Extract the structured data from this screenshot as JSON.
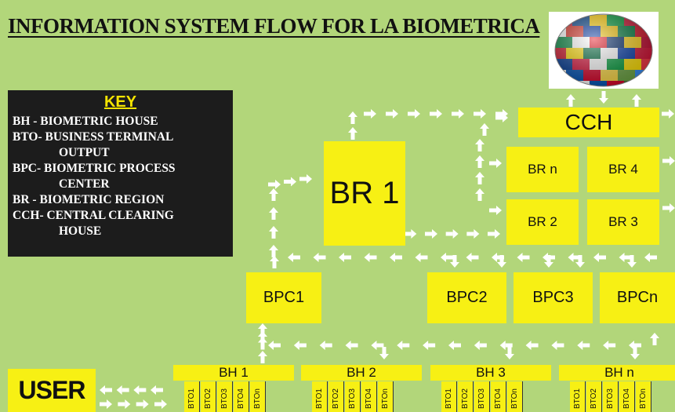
{
  "title": "INFORMATION SYSTEM FLOW FOR LA BIOMETRICA",
  "key": {
    "heading": "KEY",
    "lines": [
      "BH  - BIOMETRIC HOUSE",
      "BTO- BUSINESS TERMINAL",
      "OUTPUT",
      "BPC- BIOMETRIC PROCESS",
      "CENTER",
      "BR  - BIOMETRIC REGION",
      "CCH- CENTRAL CLEARING",
      "HOUSE"
    ]
  },
  "nodes": {
    "cch": "CCH",
    "br1": "BR 1",
    "brn": "BR n",
    "br4": "BR 4",
    "br2": "BR 2",
    "br3": "BR 3",
    "bpc1": "BPC1",
    "bpc2": "BPC2",
    "bpc3": "BPC3",
    "bpcn": "BPCn",
    "user": "USER"
  },
  "houses": [
    {
      "label": "BH 1",
      "terminals": [
        "BTO1",
        "BTO2",
        "BTO3",
        "BTO4",
        "BTOn"
      ]
    },
    {
      "label": "BH 2",
      "terminals": [
        "BTO1",
        "BTO2",
        "BTO3",
        "BTO4",
        "BTOn"
      ]
    },
    {
      "label": "BH 3",
      "terminals": [
        "BTO1",
        "BTO2",
        "BTO3",
        "BTO4",
        "BTOn"
      ]
    },
    {
      "label": "BH n",
      "terminals": [
        "BTO1",
        "BTO2",
        "BTO3",
        "BTO4",
        "BTOn"
      ]
    }
  ],
  "colors": {
    "background": "#b2d67a",
    "box": "#f7f014",
    "arrow": "#ffffff",
    "key_background": "#1c1c1c",
    "key_heading": "#f5e400"
  },
  "icons": [
    "globe-with-flags-icon",
    "arrow-icon"
  ]
}
